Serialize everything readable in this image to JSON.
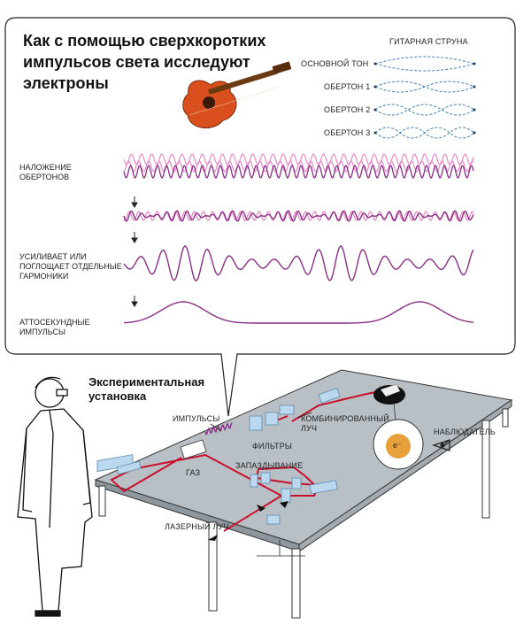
{
  "title": "Как с помощью сверхкоротких импульсов света исследуют электроны",
  "string": {
    "header": "ГИТАРНАЯ СТРУНА",
    "modes": [
      "ОСНОВНОЙ ТОН",
      "ОБЕРТОН 1",
      "ОБЕРТОН 2",
      "ОБЕРТОН 3"
    ]
  },
  "steps": {
    "overlap": "НАЛОЖЕНИЕ ОБЕРТОНОВ",
    "amplify": "УСИЛИВАЕТ ИЛИ ПОГЛОЩАЕТ ОТДЕЛЬНЫЕ ГАРМОНИКИ",
    "pulses": "АТТОСЕКУНДНЫЕ ИМПУЛЬСЫ"
  },
  "setup": {
    "title": "Экспериментальная установка",
    "impulses": "ИМПУЛЬСЫ",
    "combined": "КОМБИНИРОВАННЫЙ ЛУЧ",
    "filters": "ФИЛЬТРЫ",
    "gas": "ГАЗ",
    "delay": "ЗАПАЗДЫВАНИЕ",
    "laser": "ЛАЗЕРНЫЙ ЛУЧ",
    "observer": "НАБЛЮДАТЕЛЬ",
    "electron": "e⁻"
  },
  "colors": {
    "purple": "#8a2f86",
    "pink": "#e98ac6",
    "blue": "#3a7fb5",
    "red": "#c8102e",
    "table": "#b9c0c5"
  }
}
